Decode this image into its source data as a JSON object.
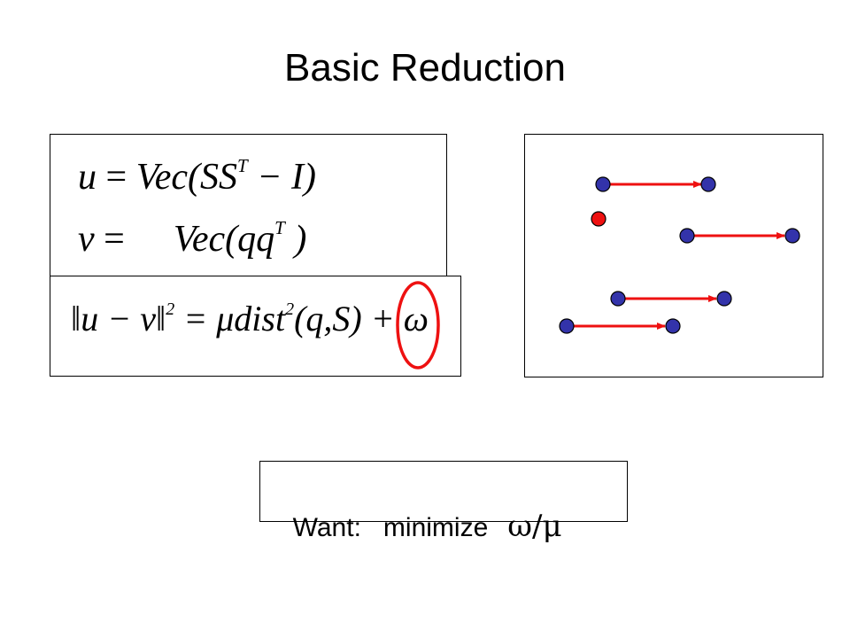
{
  "slide": {
    "title": "Basic Reduction",
    "colors": {
      "point": "#3333aa",
      "highlight_point": "#ee1111",
      "arrow": "#ee1111",
      "circle": "#ee1111"
    }
  },
  "equations": {
    "u_lhs": "u",
    "u_rhs": "Vec(SS",
    "u_sup": "T",
    "u_tail": " − I)",
    "v_lhs": "v",
    "v_rhs": "Vec(qq",
    "v_sup": "T",
    "v_tail": " )",
    "norm_left": "‖u − v‖",
    "norm_sup": "2",
    "norm_eq": "= μdist",
    "dist_sup": "2",
    "dist_args": "(q,S) + ",
    "omega": "ω"
  },
  "goal": {
    "label": "Want:   minimize",
    "ratio": "ω/μ"
  },
  "diagram": {
    "icons": [
      "point-icon",
      "arrow-icon"
    ]
  }
}
